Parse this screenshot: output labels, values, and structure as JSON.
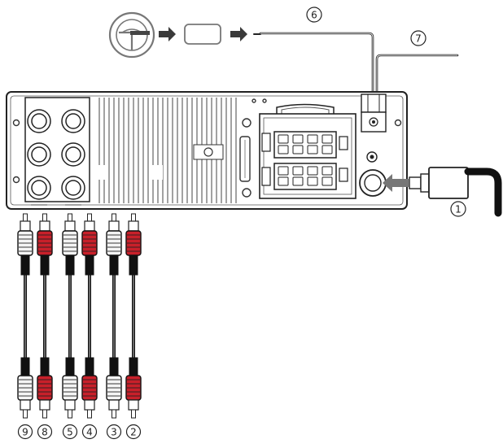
{
  "callouts": {
    "c1": "1",
    "c2": "2",
    "c3": "3",
    "c4": "4",
    "c5": "5",
    "c6": "6",
    "c7": "7",
    "c8": "8",
    "c9": "9"
  },
  "rca_plugs": [
    {
      "callout": "9",
      "color": "white"
    },
    {
      "callout": "8",
      "color": "red"
    },
    {
      "callout": "5",
      "color": "white"
    },
    {
      "callout": "4",
      "color": "red"
    },
    {
      "callout": "3",
      "color": "white"
    },
    {
      "callout": "2",
      "color": "red"
    }
  ],
  "colors": {
    "red": "#c8202a",
    "white": "#f4f4f4",
    "line": "#1a1a1a",
    "arrow": "#3a3a3a",
    "wire_grey": "#9a9a9a"
  },
  "icons": {
    "steering_wheel": "steering-wheel-icon",
    "control_box": "steering-control-box",
    "antenna_plug": "antenna-plug-icon"
  }
}
